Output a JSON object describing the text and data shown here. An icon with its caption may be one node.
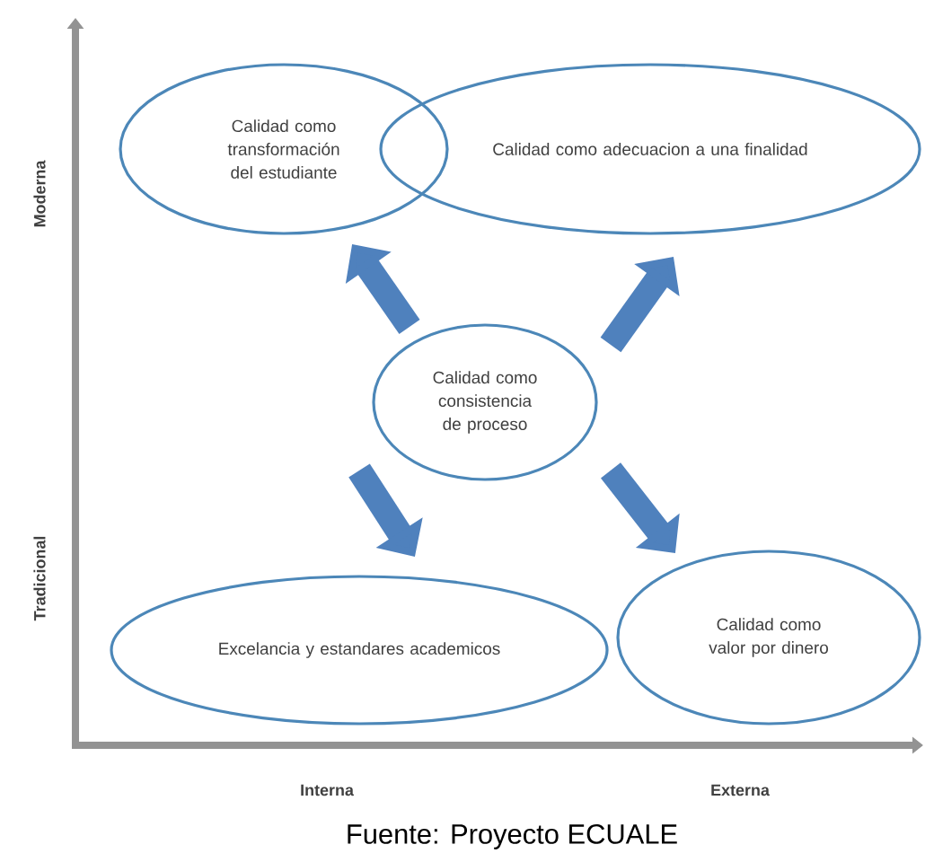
{
  "diagram": {
    "caption": "Fuente: Proyecto ECUALE",
    "nodes": [
      {
        "text": [
          "Calidad como transformación del estudiante"
        ]
      },
      {
        "text": [
          "Calidad como adecuacion a una finalidad"
        ]
      },
      {
        "text": [
          "Calidad como consistencia de proceso"
        ]
      },
      {
        "text": [
          "Excelancia y estandares academicos"
        ]
      },
      {
        "text": [
          "Calidad como valor por dinero"
        ]
      }
    ],
    "edges": [
      {
        "from": 2,
        "to": 0,
        "arrow": "to"
      },
      {
        "from": 2,
        "to": 1,
        "arrow": "to"
      },
      {
        "from": 2,
        "to": 3,
        "arrow": "to"
      },
      {
        "from": 2,
        "to": 4,
        "arrow": "to"
      }
    ],
    "labels": [
      "Moderna",
      "Tradicional",
      "Interna",
      "Externa"
    ]
  }
}
